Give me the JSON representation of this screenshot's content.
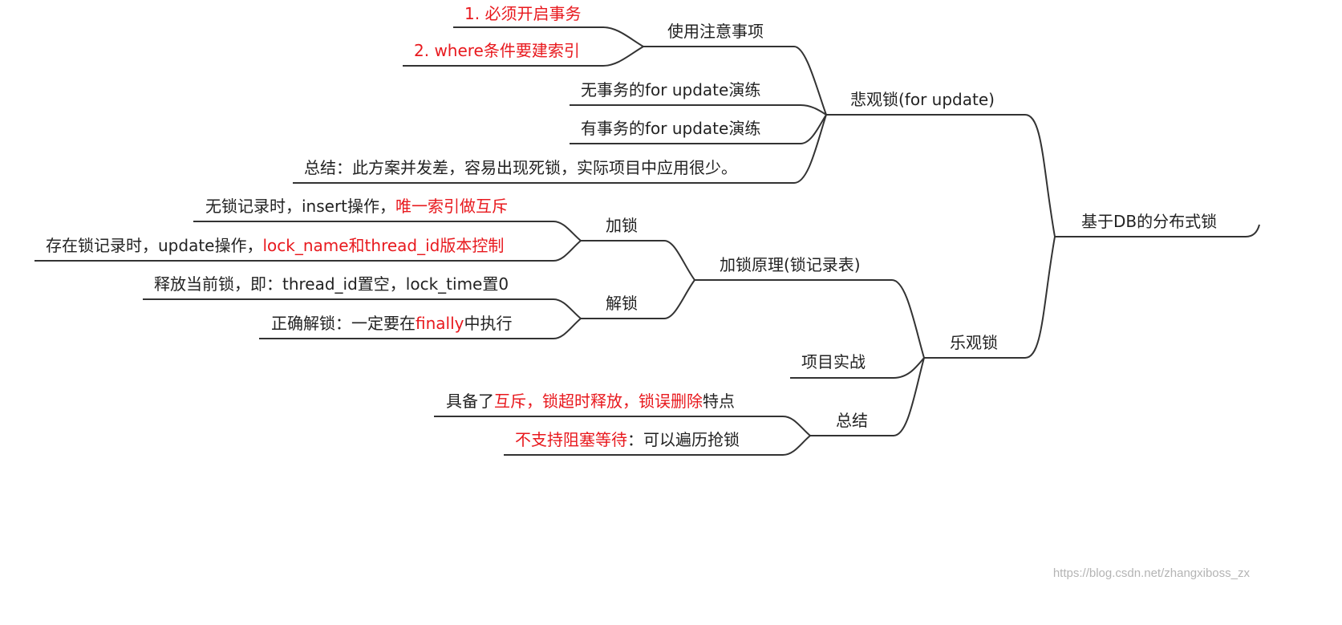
{
  "diagram": {
    "root": "基于DB的分布式锁",
    "branches": {
      "pessimistic": {
        "label": "悲观锁(for update)",
        "usage": {
          "label": "使用注意事项",
          "item1": "1. 必须开启事务",
          "item2": "2. where条件要建索引"
        },
        "no_tx_demo": "无事务的for update演练",
        "tx_demo": "有事务的for update演练",
        "summary": "总结：此方案并发差，容易出现死锁，实际项目中应用很少。"
      },
      "optimistic": {
        "label": "乐观锁",
        "principle": {
          "label": "加锁原理(锁记录表)",
          "lock": {
            "label": "加锁",
            "no_record_prefix": "无锁记录时，insert操作，",
            "no_record_highlight": "唯一索引做互斥",
            "has_record_prefix": "存在锁记录时，update操作，",
            "has_record_highlight": "lock_name和thread_id版本控制"
          },
          "unlock": {
            "label": "解锁",
            "release": "释放当前锁，即：thread_id置空，lock_time置0",
            "correct_prefix": "正确解锁：一定要在",
            "correct_highlight": "finally",
            "correct_suffix": "中执行"
          }
        },
        "practice": "项目实战",
        "summary": {
          "label": "总结",
          "features_prefix": "具备了",
          "features_highlight": "互斥，锁超时释放，锁误删除",
          "features_suffix": "特点",
          "blocking_highlight": "不支持阻塞等待",
          "blocking_suffix": "：可以遍历抢锁"
        }
      }
    }
  },
  "watermark": "https://blog.csdn.net/zhangxiboss_zx",
  "colors": {
    "text": "#222222",
    "highlight": "#e8191e",
    "line": "#333333"
  }
}
